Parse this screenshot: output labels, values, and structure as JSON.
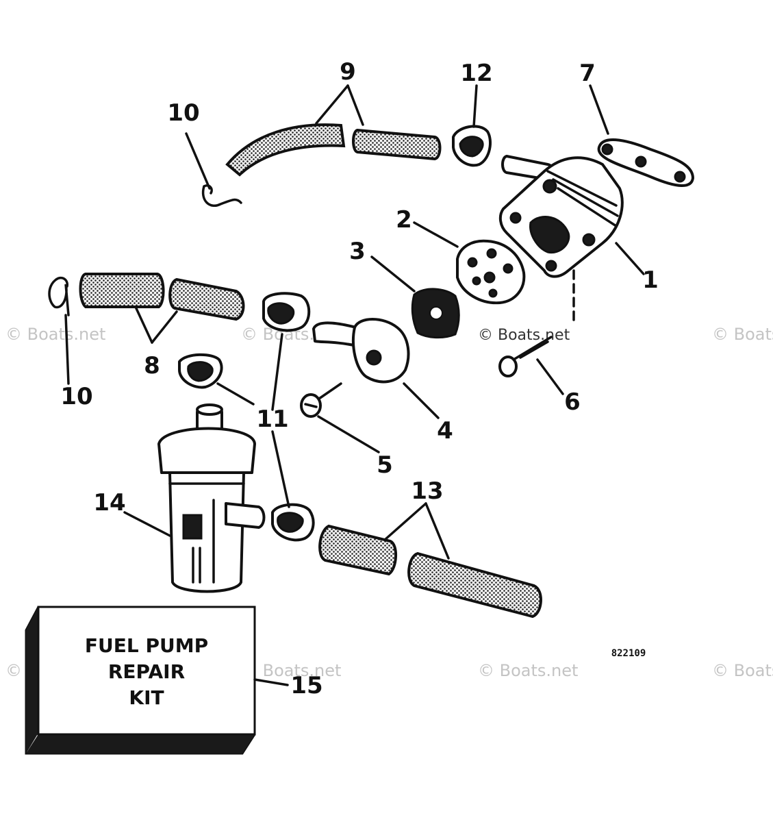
{
  "callouts": {
    "c1": "1",
    "c2": "2",
    "c3": "3",
    "c4": "4",
    "c5": "5",
    "c6": "6",
    "c7": "7",
    "c8": "8",
    "c9": "9",
    "c10a": "10",
    "c10b": "10",
    "c11": "11",
    "c12": "12",
    "c13": "13",
    "c14": "14",
    "c15": "15"
  },
  "kit_box": {
    "line1": "FUEL PUMP",
    "line2": "REPAIR",
    "line3": "KIT"
  },
  "drawing_code": "822109",
  "watermarks": {
    "text": "© Boats.net"
  }
}
